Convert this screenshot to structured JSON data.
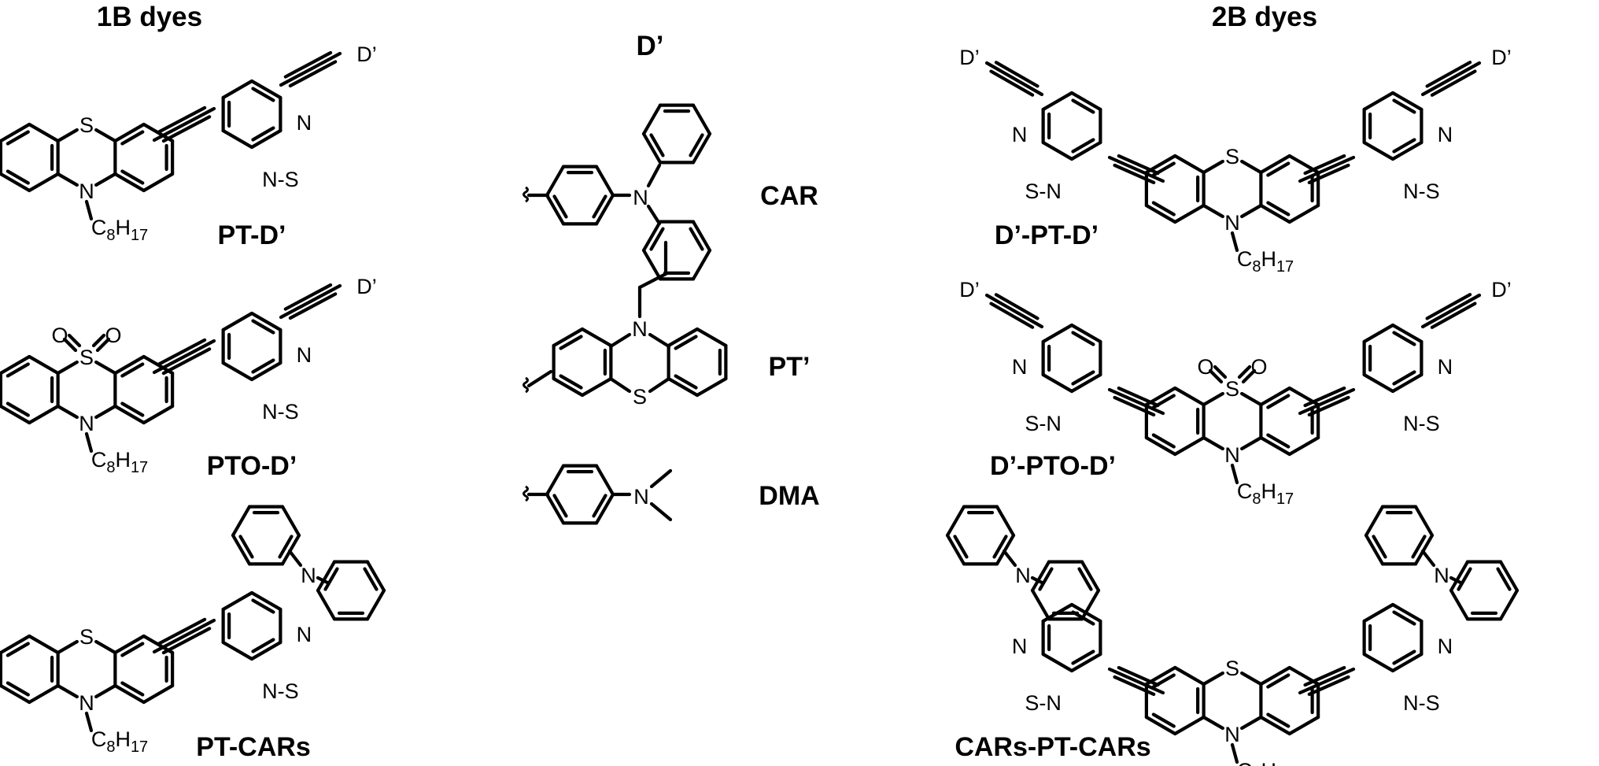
{
  "headers": {
    "one_b": "1B dyes",
    "donor": "D’",
    "two_b": "2B dyes"
  },
  "donor_labels": {
    "car": "CAR",
    "pt": "PT’",
    "dma": "DMA"
  },
  "compound_labels": {
    "pt_d": "PT-D’",
    "pto_d": "PTO-D’",
    "pt_cars": "PT-CARs",
    "d_pt_d": "D’-PT-D’",
    "d_pto_d": "D’-PTO-D’",
    "cars_pt_cars": "CARs-PT-CARs"
  },
  "atom_labels": {
    "sulfur": "S",
    "nitrogen": "N",
    "oxygen": "O",
    "donor_end": "D’",
    "ns": "N-S",
    "sn": "S-N",
    "alkyl": "C8H17"
  }
}
